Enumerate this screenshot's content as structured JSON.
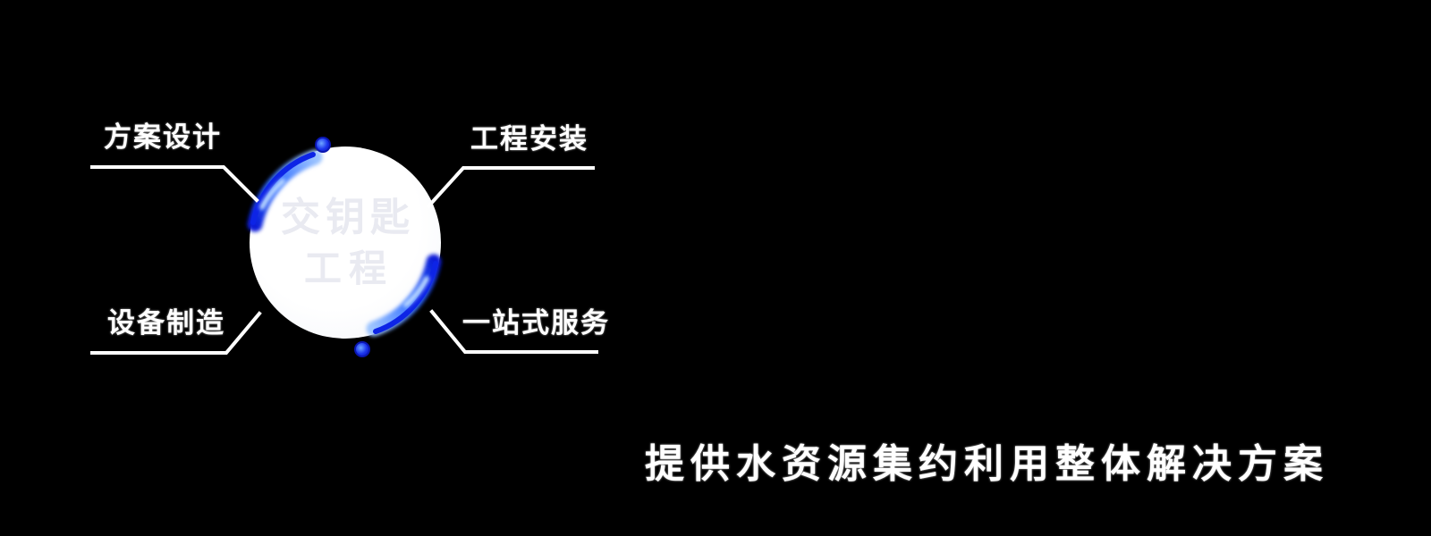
{
  "diagram": {
    "center_circle": {
      "line1": "交钥匙",
      "line2": "工程"
    },
    "labels": {
      "top_left": "方案设计",
      "top_right": "工程安装",
      "bottom_left": "设备制造",
      "bottom_right": "一站式服务"
    }
  },
  "slogan": "提供水资源集约利用整体解决方案",
  "colors": {
    "background": "#000000",
    "accent_blue": "#1228e0",
    "accent_blue_light": "#7fb2ff",
    "line_white": "#ffffff",
    "circle_fill": "#ffffff",
    "circle_text": "#e9eaf1"
  }
}
